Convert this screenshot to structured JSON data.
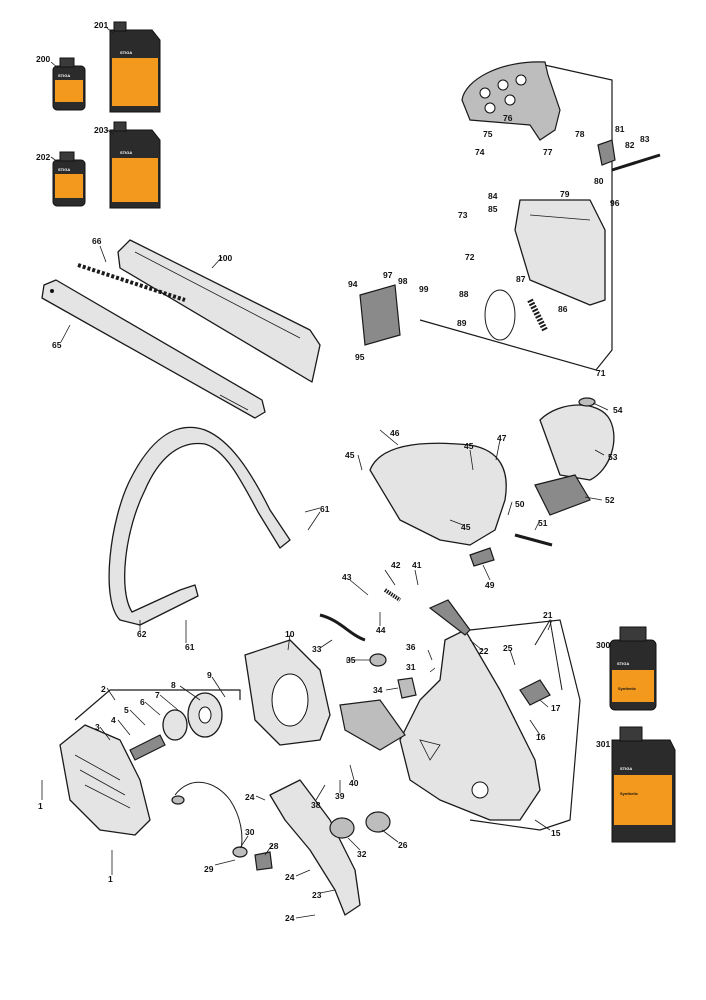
{
  "brand": "STIGA",
  "oil_products": [
    {
      "id": "200",
      "label": "200",
      "brand": "STIGA"
    },
    {
      "id": "201",
      "label": "201",
      "brand": "STIGA"
    },
    {
      "id": "202",
      "label": "202",
      "brand": "STIGA"
    },
    {
      "id": "203",
      "label": "203",
      "brand": "STIGA"
    },
    {
      "id": "300",
      "label": "300",
      "brand": "STIGA",
      "product_text": "Synthetic"
    },
    {
      "id": "301",
      "label": "301",
      "brand": "STIGA",
      "product_text": "Synthetic"
    }
  ],
  "callouts": {
    "c1a": "1",
    "c1b": "1",
    "c2": "2",
    "c3": "3",
    "c4": "4",
    "c5": "5",
    "c6": "6",
    "c7": "7",
    "c8": "8",
    "c9": "9",
    "c10": "10",
    "c15": "15",
    "c16": "16",
    "c17": "17",
    "c21": "21",
    "c22": "22",
    "c23": "23",
    "c24a": "24",
    "c24b": "24",
    "c24c": "24",
    "c25": "25",
    "c26": "26",
    "c28": "28",
    "c29": "29",
    "c30": "30",
    "c31": "31",
    "c32": "32",
    "c33": "33",
    "c34": "34",
    "c35": "35",
    "c36": "36",
    "c38": "38",
    "c39": "39",
    "c40": "40",
    "c41": "41",
    "c42": "42",
    "c43": "43",
    "c44": "44",
    "c45a": "45",
    "c45b": "45",
    "c45c": "45",
    "c46": "46",
    "c47": "47",
    "c49": "49",
    "c50": "50",
    "c51": "51",
    "c52": "52",
    "c53": "53",
    "c54": "54",
    "c61a": "61",
    "c61b": "61",
    "c62": "62",
    "c65": "65",
    "c66": "66",
    "c71": "71",
    "c72": "72",
    "c73": "73",
    "c74": "74",
    "c75": "75",
    "c76": "76",
    "c77": "77",
    "c78": "78",
    "c79": "79",
    "c80": "80",
    "c81": "81",
    "c82": "82",
    "c83": "83",
    "c84": "84",
    "c85": "85",
    "c86": "86",
    "c87": "87",
    "c88": "88",
    "c89": "89",
    "c94": "94",
    "c95": "95",
    "c96": "96",
    "c97": "97",
    "c98": "98",
    "c99": "99",
    "c100": "100"
  }
}
